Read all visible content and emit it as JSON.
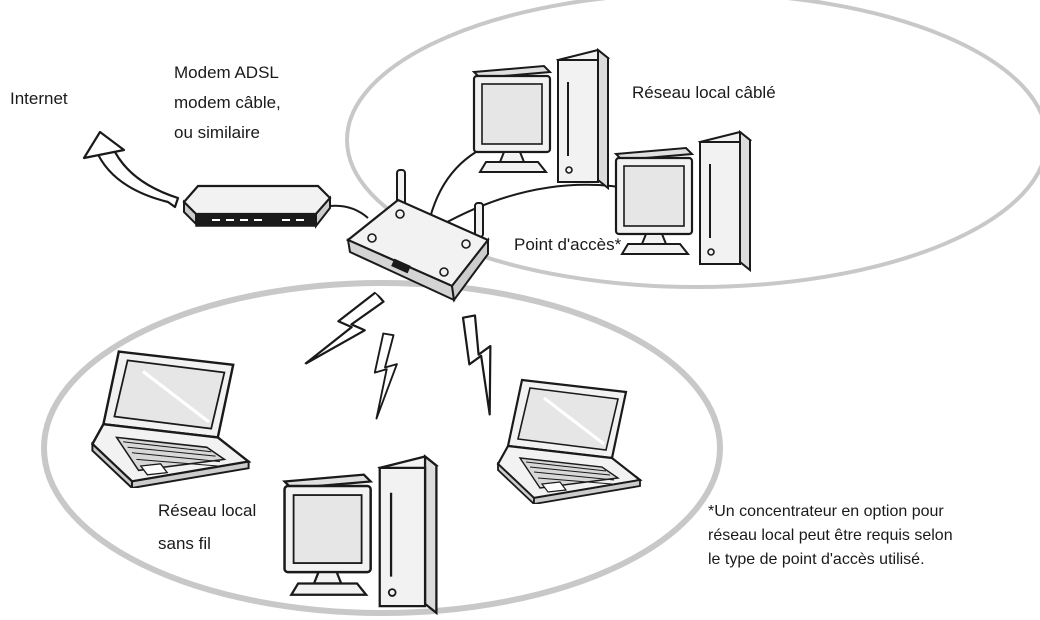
{
  "labels": {
    "internet": "Internet",
    "modem": [
      "Modem ADSL",
      "modem câble,",
      "ou similaire"
    ],
    "wired_lan": "Réseau local câblé",
    "access_point": "Point d'accès*",
    "wireless_lan": [
      "Réseau local",
      "sans fil"
    ],
    "footnote": [
      "*Un concentrateur en option pour",
      "réseau local peut être requis selon",
      "le type de point d'accès utilisé."
    ]
  },
  "colors": {
    "ink": "#1a1a1a",
    "ellipse": "#c8c8c8",
    "screen": "#e6e6e6",
    "device": "#f2f2f2"
  },
  "icons": {
    "internet": "curved-arrow-icon",
    "modem": "modem-icon",
    "access_point": "access-point-icon",
    "desktop": "desktop-computer-icon",
    "laptop": "laptop-icon",
    "wireless": "lightning-bolt-icon"
  }
}
